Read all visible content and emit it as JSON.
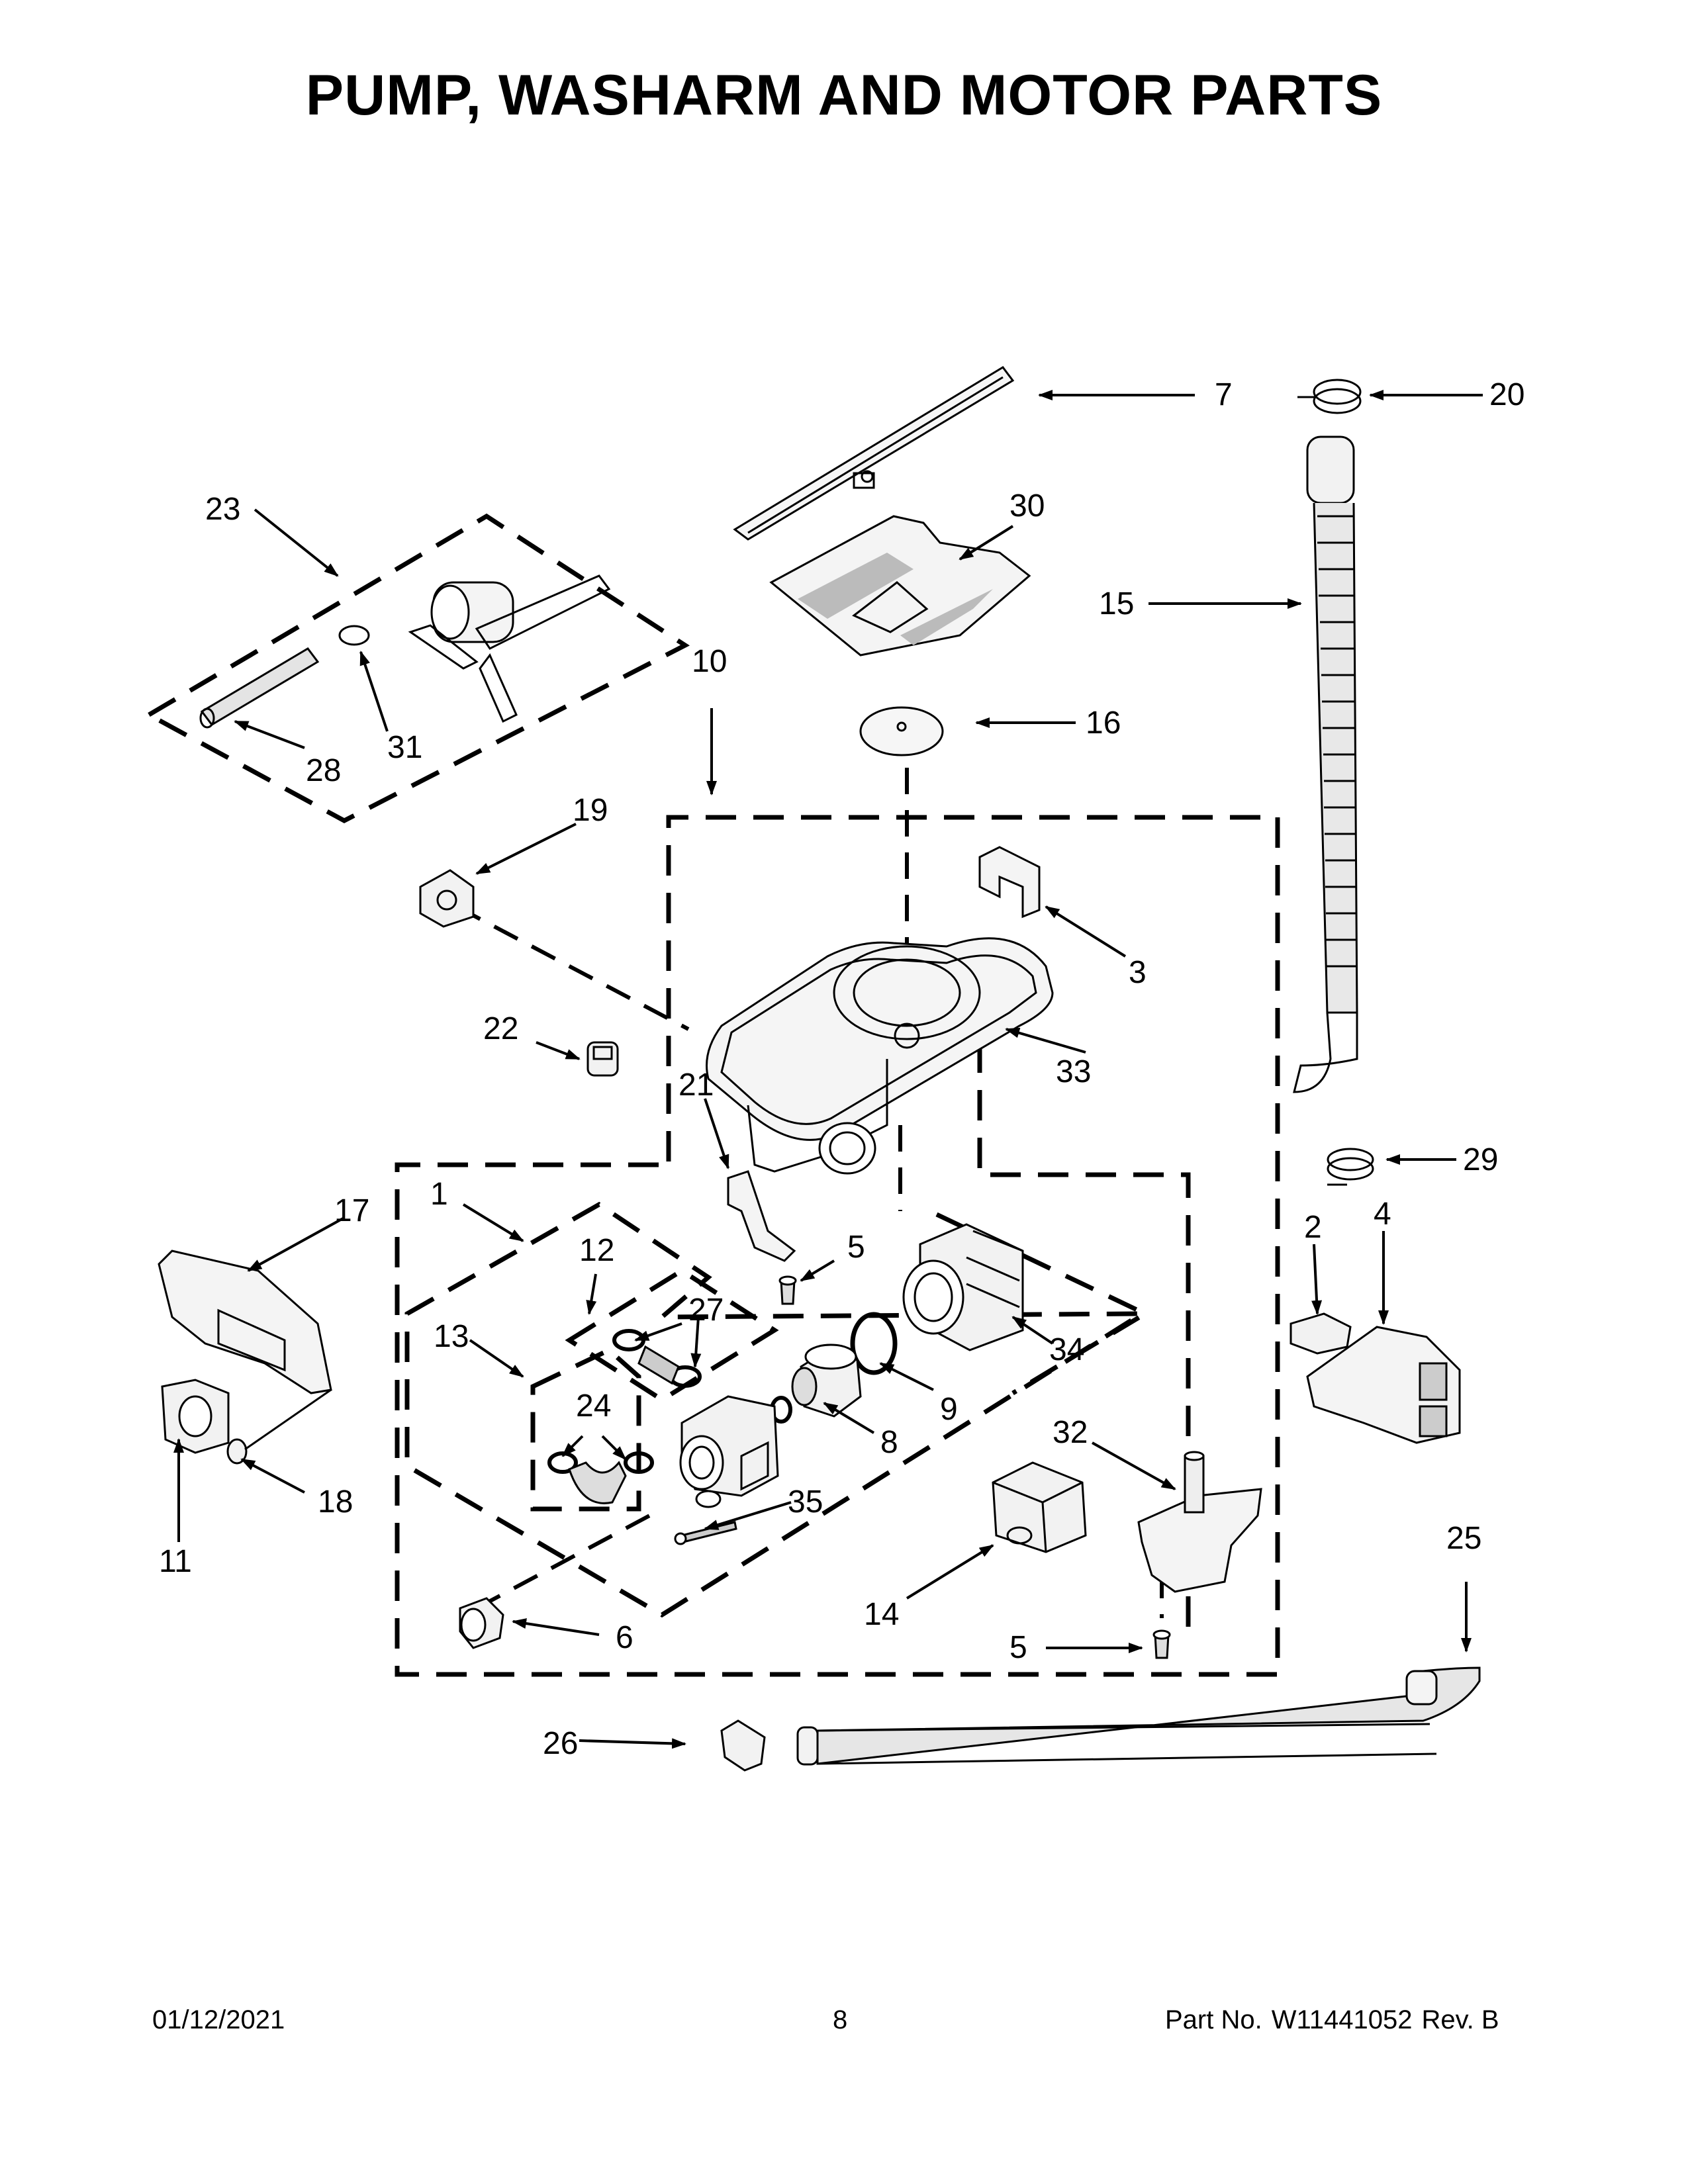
{
  "title": "PUMP, WASHARM AND MOTOR PARTS",
  "callouts": [
    "1",
    "2",
    "3",
    "4",
    "5",
    "6",
    "7",
    "8",
    "9",
    "10",
    "11",
    "12",
    "13",
    "14",
    "15",
    "16",
    "17",
    "18",
    "19",
    "20",
    "21",
    "22",
    "23",
    "24",
    "25",
    "26",
    "27",
    "28",
    "29",
    "30",
    "31",
    "32",
    "33",
    "34",
    "35"
  ],
  "callout_labels": {
    "c1": "1",
    "c2": "2",
    "c3": "3",
    "c4": "4",
    "c5a": "5",
    "c5b": "5",
    "c6": "6",
    "c7": "7",
    "c8": "8",
    "c9": "9",
    "c10": "10",
    "c11": "11",
    "c12": "12",
    "c13": "13",
    "c14": "14",
    "c15": "15",
    "c16": "16",
    "c17": "17",
    "c18": "18",
    "c19": "19",
    "c20": "20",
    "c21": "21",
    "c22": "22",
    "c23": "23",
    "c24": "24",
    "c25": "25",
    "c26": "26",
    "c27": "27",
    "c28": "28",
    "c29": "29",
    "c30": "30",
    "c31": "31",
    "c32": "32",
    "c33": "33",
    "c34": "34",
    "c35": "35"
  },
  "footer": {
    "date": "01/12/2021",
    "page": "8",
    "part_label": "Part No.",
    "part_number": "W11441052",
    "revision": "Rev. B"
  }
}
